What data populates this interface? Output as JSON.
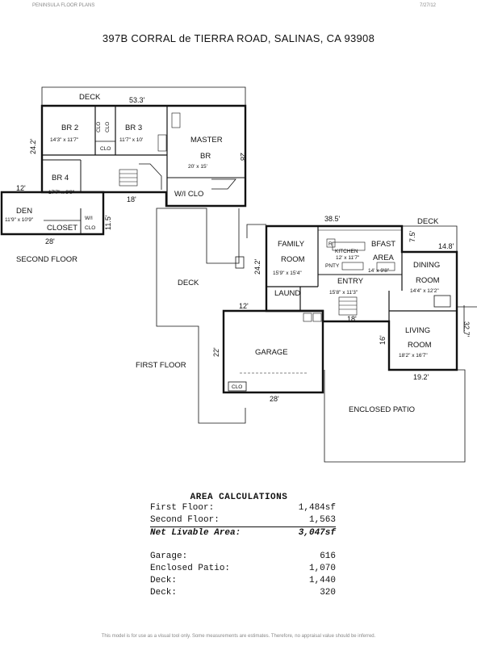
{
  "header": {
    "company": "PENINSULA FLOOR PLANS",
    "date": "7/27/12",
    "address": "397B CORRAL de TIERRA ROAD, SALINAS, CA  93908"
  },
  "second_floor": {
    "label": "SECOND FLOOR",
    "deck": "DECK",
    "rooms": {
      "br2": {
        "name": "BR 2",
        "size": "14'3\" x 11'7\""
      },
      "br3": {
        "name": "BR 3",
        "size": "11'7\" x 10'"
      },
      "master": {
        "name1": "MASTER",
        "name2": "BR",
        "size": "20' x 15'"
      },
      "br4": {
        "name": "BR 4",
        "size": "17'7\" x 9'9\""
      },
      "wiclo": "W/I CLO",
      "den": {
        "name": "DEN",
        "size": "11'9\" x 10'9\""
      },
      "closet": "CLOSET",
      "wi": "W/I",
      "clo": "CLO",
      "clo1": "CLO",
      "clo2": "CLO",
      "clo3": "CLO"
    },
    "dims": {
      "top": "53.3'",
      "left": "24.2'",
      "right": "28'",
      "stub": "12'",
      "mid": "18'",
      "den_bottom": "28'",
      "den_side": "11.5'"
    }
  },
  "first_floor": {
    "label": "FIRST FLOOR",
    "deck_left": "DECK",
    "deck_right": "DECK",
    "rooms": {
      "family": {
        "name1": "FAMILY",
        "name2": "ROOM",
        "size": "15'9\" x 15'4\""
      },
      "kitchen": {
        "name": "KITCHEN",
        "size": "12' x 11'7\""
      },
      "bfast": {
        "name1": "BFAST",
        "name2": "AREA",
        "size": "14' x 9'8\""
      },
      "dining": {
        "name1": "DINING",
        "name2": "ROOM",
        "size": "14'4\" x 12'2\""
      },
      "entry": {
        "name": "ENTRY",
        "size": "15'8\" x 11'3\""
      },
      "laund": "LAUND",
      "living": {
        "name1": "LIVING",
        "name2": "ROOM",
        "size": "18'2\" x 16'7\""
      },
      "garage": "GARAGE",
      "garage_clo": "CLO",
      "patio": "ENCLOSED PATIO",
      "pnty": "PNTY",
      "r": "R"
    },
    "dims": {
      "top": "38.5'",
      "deck_side": "7.5'",
      "dining_top": "14.8'",
      "family_side": "24.2'",
      "laund_top": "12'",
      "entry_bottom": "18'",
      "garage_side": "22'",
      "garage_bottom": "28'",
      "living_side": "16'",
      "right": "32.7'",
      "living_bottom": "19.2'"
    }
  },
  "area_calculations": {
    "title": "AREA CALCULATIONS",
    "rows": [
      {
        "label": "First Floor:",
        "value": "1,484sf"
      },
      {
        "label": "Second Floor:",
        "value": "1,563"
      },
      {
        "label": "Net Livable Area:",
        "value": "3,047sf"
      },
      {
        "label": "Garage:",
        "value": "616"
      },
      {
        "label": "Enclosed Patio:",
        "value": "1,070"
      },
      {
        "label": "Deck:",
        "value": "1,440"
      },
      {
        "label": "Deck:",
        "value": "320"
      }
    ]
  },
  "footer": "This model is for use as a visual tool only.  Some measurements are estimates.  Therefore, no appraisal value should be inferred."
}
